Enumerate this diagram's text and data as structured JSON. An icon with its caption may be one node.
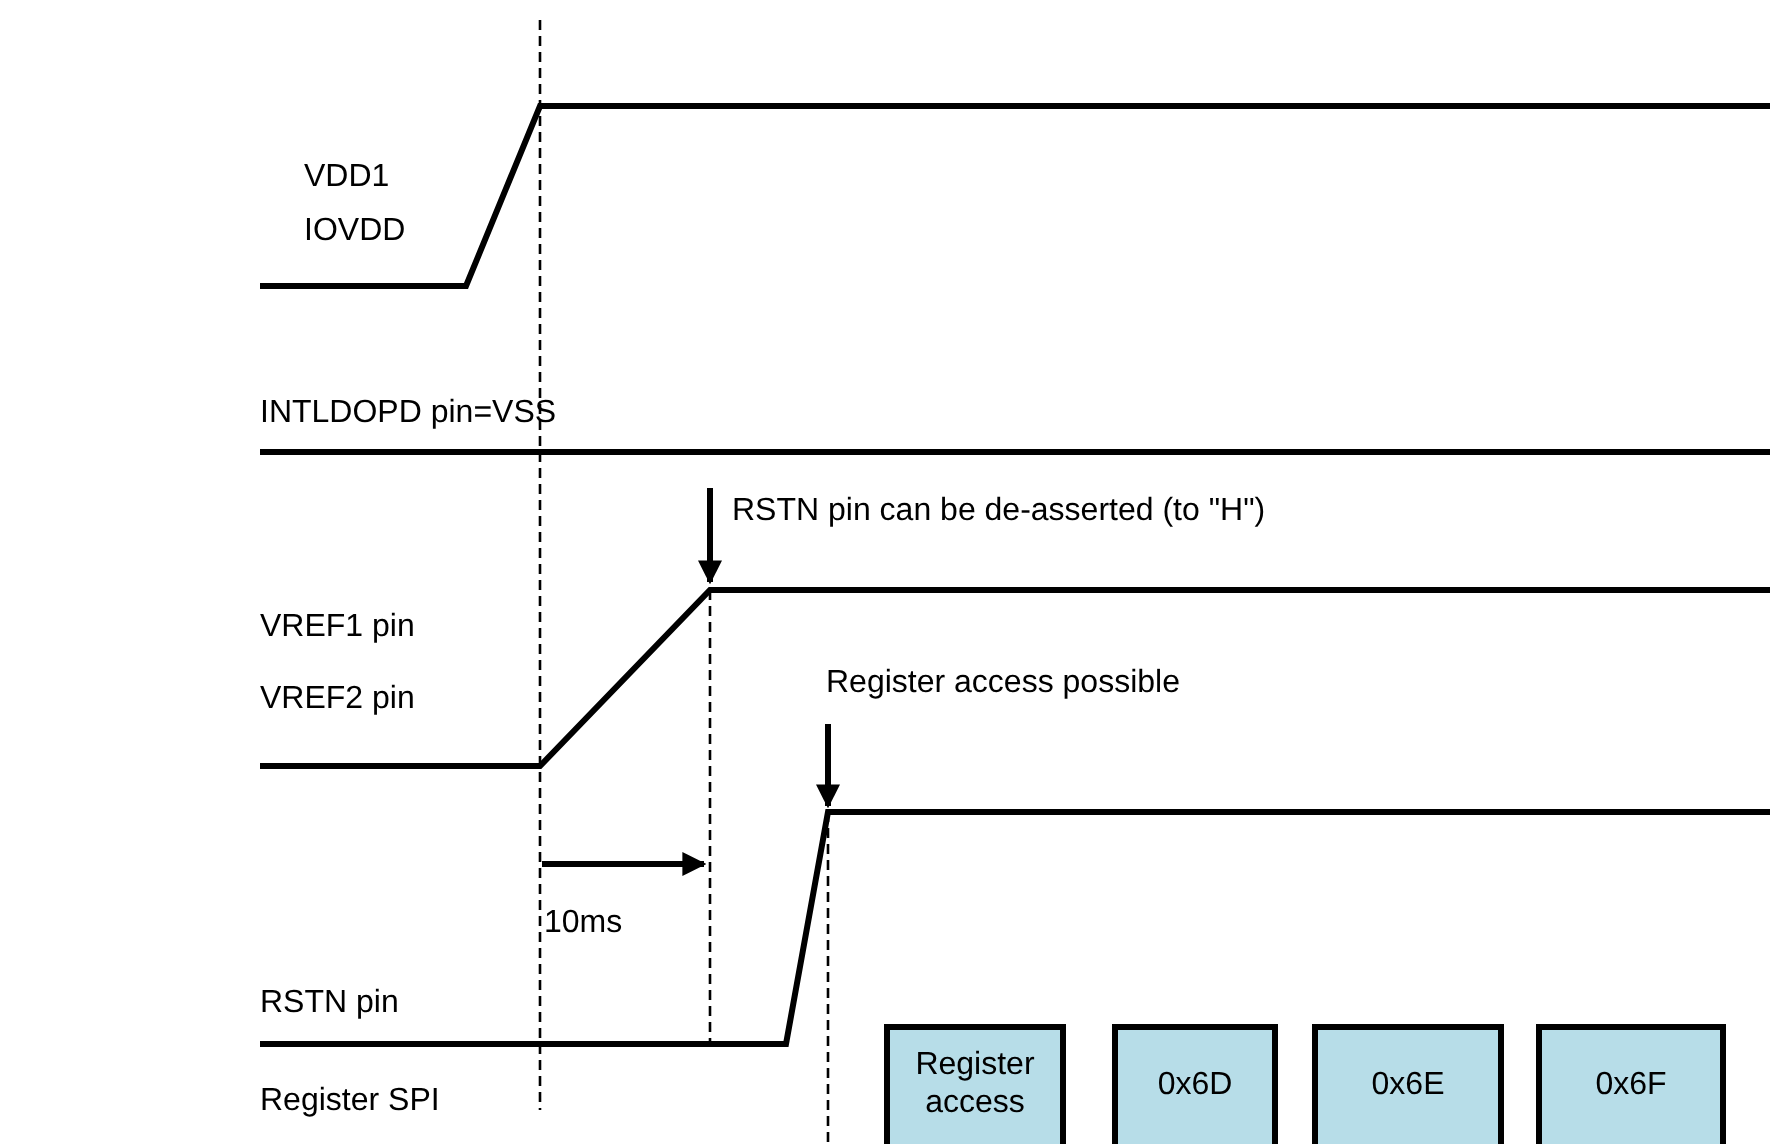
{
  "diagram": {
    "nodes": [
      {
        "text": [
          "Register access"
        ]
      },
      {
        "text": [
          "0x6D"
        ]
      },
      {
        "text": [
          "0x6E"
        ]
      },
      {
        "text": [
          "0x6F"
        ]
      }
    ],
    "labels": [
      "VDD1",
      "IOVDD",
      "INTLDOPD pin=VSS",
      "RSTN pin can be de-asserted (to \"H\")",
      "VREF1 pin",
      "VREF2 pin",
      "Register access possible",
      "10ms",
      "RSTN pin",
      "Register SPI"
    ]
  }
}
